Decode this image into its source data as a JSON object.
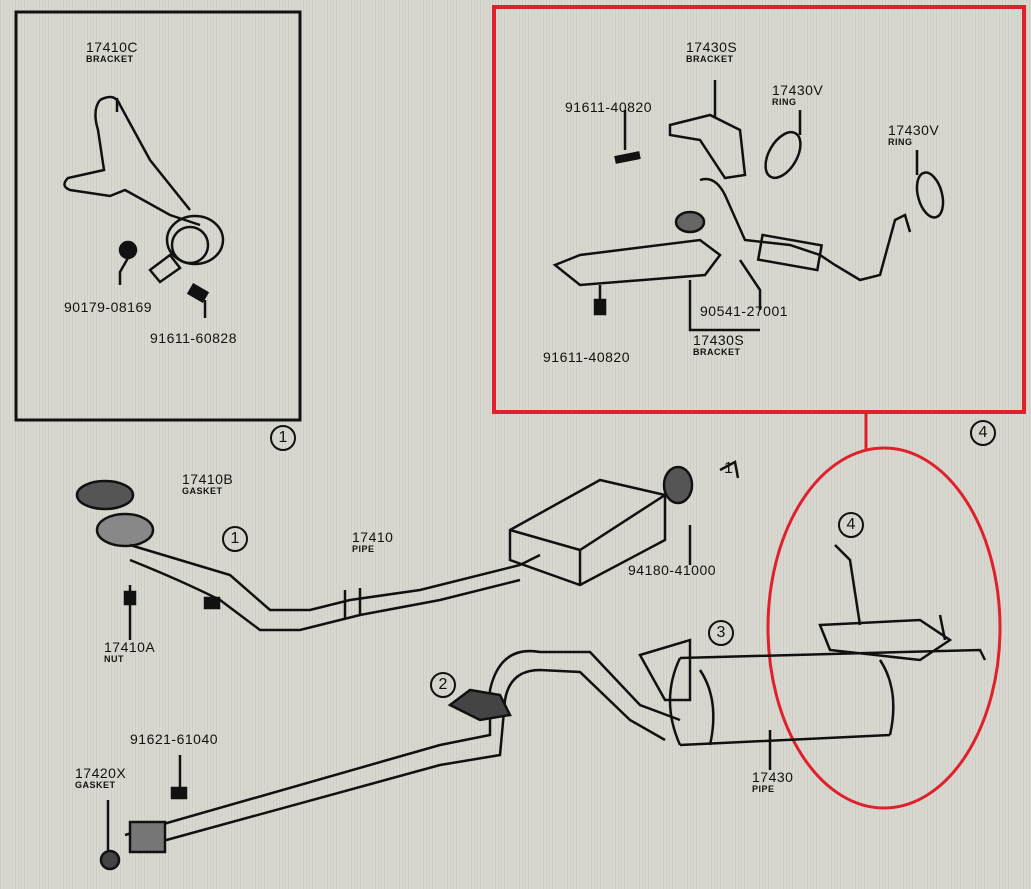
{
  "inset_1": {
    "callout": "1",
    "parts": [
      {
        "number": "17410C",
        "name": "BRACKET"
      },
      {
        "number": "90179-08169"
      },
      {
        "number": "91611-60828"
      }
    ]
  },
  "inset_4": {
    "callout": "4",
    "highlight_color": "#e0202a",
    "parts": [
      {
        "number": "17430S",
        "name": "BRACKET"
      },
      {
        "number": "91611-40820"
      },
      {
        "number": "17430V",
        "name": "RING"
      },
      {
        "number": "17430V",
        "name": "RING"
      },
      {
        "number": "90541-27001"
      },
      {
        "number": "17430S",
        "name": "BRACKET"
      },
      {
        "number": "91611-40820"
      }
    ]
  },
  "main": {
    "callouts": [
      "1",
      "1",
      "2",
      "3",
      "4"
    ],
    "parts": [
      {
        "number": "17410B",
        "name": "GASKET"
      },
      {
        "number": "17410",
        "name": "PIPE"
      },
      {
        "number": "94180-41000"
      },
      {
        "number": "17410A",
        "name": "NUT"
      },
      {
        "number": "91621-61040"
      },
      {
        "number": "17420X",
        "name": "GASKET"
      },
      {
        "number": "17430",
        "name": "PIPE"
      }
    ]
  }
}
